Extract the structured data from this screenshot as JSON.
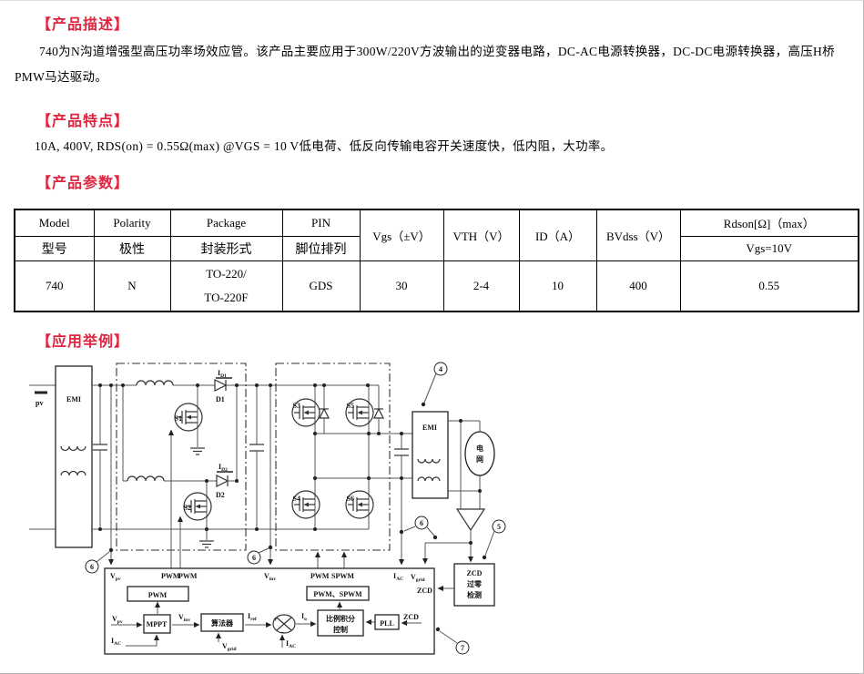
{
  "sections": {
    "description": {
      "heading": "【产品描述】",
      "body": "740为N沟道增强型高压功率场效应管。该产品主要应用于300W/220V方波输出的逆变器电路，DC-AC电源转换器，DC-DC电源转换器，高压H桥PMW马达驱动。"
    },
    "features": {
      "heading": "【产品特点】",
      "body": "10A, 400V, RDS(on) = 0.55Ω(max) @VGS = 10 V低电荷、低反向传输电容开关速度快，低内阻，大功率。"
    },
    "parameters": {
      "heading": "【产品参数】"
    },
    "application": {
      "heading": "【应用举例】"
    }
  },
  "accent_color": "#e02540",
  "table": {
    "h_en": [
      "Model",
      "Polarity",
      "Package",
      "PIN"
    ],
    "h_zh": [
      "型号",
      "极性",
      "封装形式",
      "脚位排列"
    ],
    "h_span": [
      "Vgs（±V）",
      "VTH（V）",
      "ID（A）",
      "BVdss（V）"
    ],
    "h_rdson": "Rdson[Ω]（max）",
    "h_rdson_sub": "Vgs=10V",
    "row": {
      "model": "740",
      "polarity": "N",
      "package_line1": "TO-220/",
      "package_line2": "TO-220F",
      "pin": "GDS",
      "vgs": "30",
      "vth": "2-4",
      "id": "10",
      "bvdss": "400",
      "rdson": "0.55"
    }
  },
  "diagram": {
    "labels": {
      "pv": "pv",
      "emi1": "EMI",
      "emi2": "EMI",
      "id1_base": "I",
      "id1_sub": "D1",
      "d1": "D1",
      "s1": "S1",
      "id2_base": "I",
      "id2_sub": "D2",
      "d2": "D2",
      "s2": "S2",
      "s3": "S3",
      "s5": "S5",
      "s4": "S4",
      "s6": "S6",
      "grid_c1": "电",
      "grid_c2": "网",
      "zcd_l1": "ZCD",
      "zcd_l2": "过零",
      "zcd_l3": "检测",
      "callout4": "4",
      "callout5": "5",
      "callout6": "6",
      "callout7": "7",
      "top_vpv_base": "V",
      "top_vpv_sub": "pv",
      "top_pwm1": "PWM",
      "top_pwm2": "PWM",
      "top_vinv_base": "V",
      "top_vinv_sub": "inv",
      "top_pwm3": "PWM",
      "top_spwm": "SPWM",
      "top_iac_base": "I",
      "top_iac_sub": "AC",
      "top_vgrid_base": "V",
      "top_vgrid_sub": "grid",
      "top_zcd": "ZCD",
      "pwm_box": "PWM",
      "mppt": "MPPT",
      "in_vpv_base": "V",
      "in_vpv_sub": "pv",
      "in_iac_base": "I",
      "in_iac_sub": "AC",
      "mid_vinv_base": "V",
      "mid_vinv_sub": "inv",
      "algo": "算法器",
      "in_vgrid_base": "V",
      "in_vgrid_sub": "grid",
      "iref_base": "I",
      "iref_sub": "ref",
      "io_base": "I",
      "io_sub": "o",
      "sum_plus": "+",
      "sum_minus": "−",
      "iac2_base": "I",
      "iac2_sub": "AC",
      "pi_l1": "比例积分",
      "pi_l2": "控制",
      "pwm_spwm_box": "PWM、SPWM",
      "pll": "PLL",
      "zcd_pll": "ZCD"
    }
  }
}
